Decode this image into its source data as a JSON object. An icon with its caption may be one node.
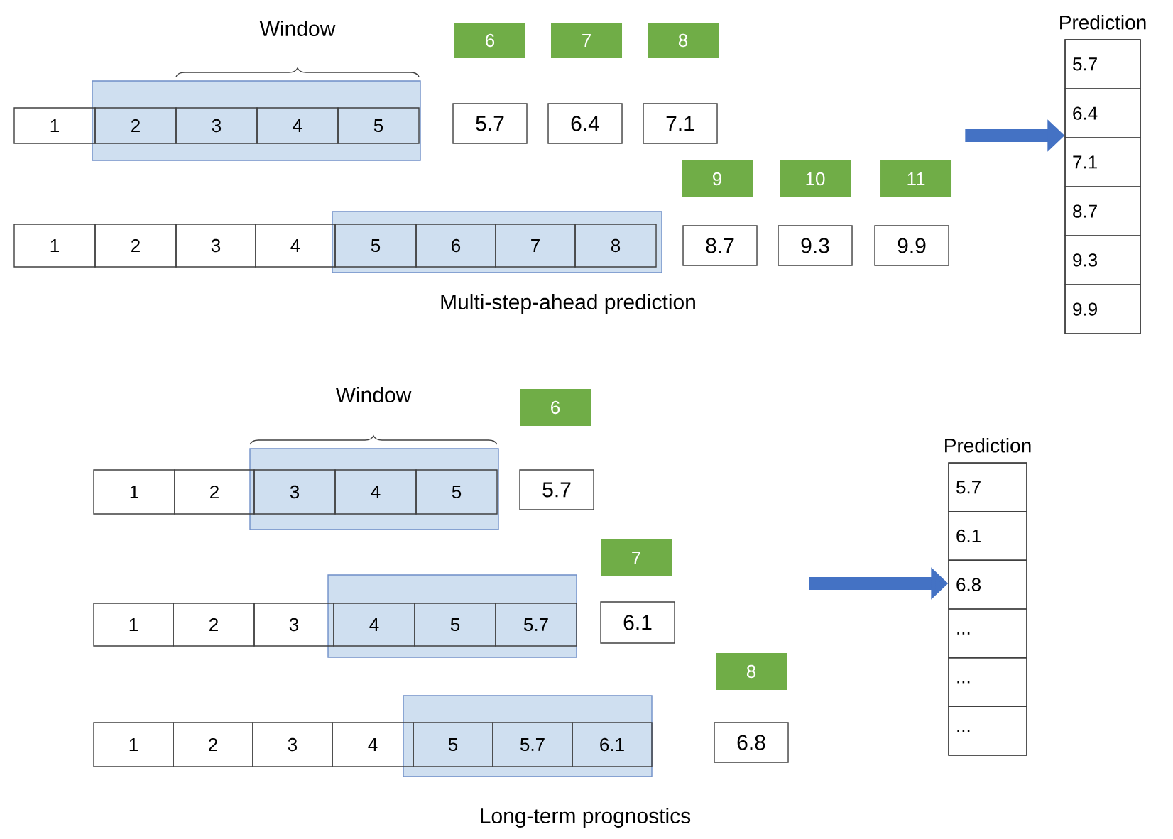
{
  "diagram": {
    "nodes": [
      {
        "text": [
          "1"
        ]
      },
      {
        "text": [],
        "shape": "box"
      },
      {
        "text": [
          "2"
        ],
        "in": 1
      },
      {
        "text": [
          "3"
        ],
        "in": 1
      },
      {
        "text": [
          "4"
        ],
        "in": 1
      },
      {
        "text": [
          "5"
        ],
        "in": 1
      },
      {
        "text": [
          "6"
        ]
      },
      {
        "text": [
          "7"
        ]
      },
      {
        "text": [
          "8"
        ]
      },
      {
        "text": [
          "5.7"
        ]
      },
      {
        "text": [
          "6.4"
        ]
      },
      {
        "text": [
          "7.1"
        ]
      },
      {
        "text": [
          "1"
        ]
      },
      {
        "text": [
          "2"
        ]
      },
      {
        "text": [
          "3"
        ]
      },
      {
        "text": [
          "4"
        ]
      },
      {
        "text": [],
        "shape": "box"
      },
      {
        "text": [
          "5"
        ],
        "in": 16
      },
      {
        "text": [
          "6"
        ],
        "in": 16
      },
      {
        "text": [
          "7"
        ],
        "in": 16
      },
      {
        "text": [
          "8"
        ],
        "in": 16
      },
      {
        "text": [
          "9"
        ]
      },
      {
        "text": [
          "10"
        ]
      },
      {
        "text": [
          "11"
        ]
      },
      {
        "text": [
          "8.7"
        ]
      },
      {
        "text": [
          "9.3"
        ]
      },
      {
        "text": [
          "9.9"
        ]
      },
      {
        "text": [
          "Prediction"
        ]
      },
      {
        "text": [
          "5.7"
        ],
        "in": 27
      },
      {
        "text": [
          "6.4"
        ],
        "in": 27
      },
      {
        "text": [
          "7.1"
        ],
        "in": 27
      },
      {
        "text": [
          "8.7"
        ],
        "in": 27
      },
      {
        "text": [
          "9.3"
        ],
        "in": 27
      },
      {
        "text": [
          "9.9"
        ],
        "in": 27
      },
      {
        "text": [
          "1"
        ]
      },
      {
        "text": [
          "2"
        ]
      },
      {
        "text": [],
        "shape": "box"
      },
      {
        "text": [
          "3"
        ],
        "in": 36
      },
      {
        "text": [
          "4"
        ],
        "in": 36
      },
      {
        "text": [
          "5"
        ],
        "in": 36
      },
      {
        "text": [
          "6"
        ]
      },
      {
        "text": [
          "5.7"
        ]
      },
      {
        "text": [
          "1"
        ]
      },
      {
        "text": [
          "2"
        ]
      },
      {
        "text": [
          "3"
        ]
      },
      {
        "text": [],
        "shape": "box"
      },
      {
        "text": [
          "4"
        ],
        "in": 45
      },
      {
        "text": [
          "5"
        ],
        "in": 45
      },
      {
        "text": [
          "5.7"
        ],
        "in": 45
      },
      {
        "text": [
          "7"
        ]
      },
      {
        "text": [
          "6.1"
        ]
      },
      {
        "text": [
          "1"
        ]
      },
      {
        "text": [
          "2"
        ]
      },
      {
        "text": [
          "3"
        ]
      },
      {
        "text": [
          "4"
        ]
      },
      {
        "text": [],
        "shape": "box"
      },
      {
        "text": [
          "5"
        ],
        "in": 55
      },
      {
        "text": [
          "5.7"
        ],
        "in": 55
      },
      {
        "text": [
          "6.1"
        ],
        "in": 55
      },
      {
        "text": [
          "8"
        ]
      },
      {
        "text": [
          "6.8"
        ]
      },
      {
        "text": [
          "Prediction"
        ]
      },
      {
        "text": [
          "5.7"
        ],
        "in": 61
      },
      {
        "text": [
          "6.1"
        ],
        "in": 61
      },
      {
        "text": [
          "6.8"
        ],
        "in": 61
      },
      {
        "text": [
          "..."
        ],
        "in": 61
      },
      {
        "text": [
          "..."
        ],
        "in": 61
      },
      {
        "text": [
          "..."
        ],
        "in": 61
      }
    ],
    "edges": [
      {
        "from": null,
        "to": 27,
        "arrow": "to"
      },
      {
        "from": null,
        "to": 61,
        "arrow": "to"
      }
    ],
    "labels": [
      "Window",
      "Multi-step-ahead prediction",
      "Window",
      "Long-term prognostics"
    ]
  }
}
